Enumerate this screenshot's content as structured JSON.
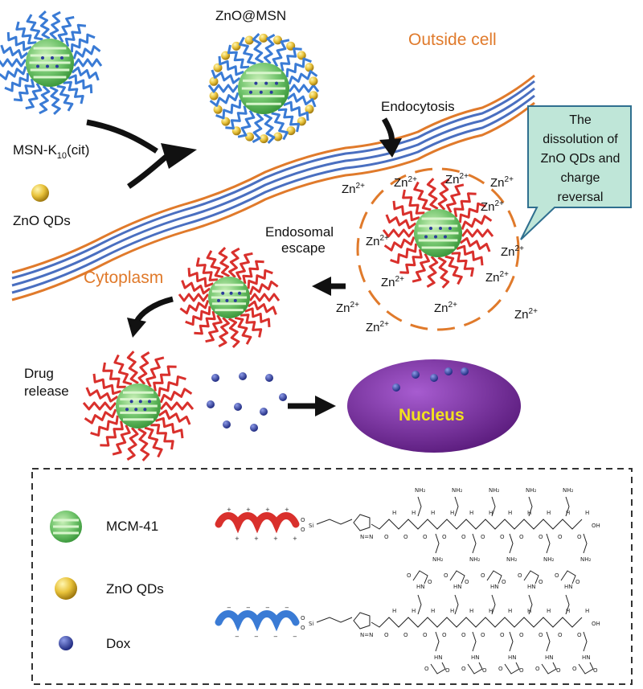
{
  "labels": {
    "zno_msn": "ZnO@MSN",
    "outside_cell": "Outside cell",
    "endocytosis": "Endocytosis",
    "msn_k10_prefix": "MSN-K",
    "msn_k10_sub": "10",
    "msn_k10_suffix": "(cit)",
    "zno_qds": "ZnO QDs",
    "cytoplasm": "Cytoplasm",
    "endosomal": "Endosomal",
    "escape": "escape",
    "drug": "Drug",
    "release": "release",
    "nucleus": "Nucleus",
    "zn": "Zn",
    "zn_sup": "2+"
  },
  "callout": {
    "lines": [
      "The",
      "dissolution of",
      "ZnO QDs and",
      "charge",
      "reversal"
    ]
  },
  "legend": {
    "mcm41": "MCM-41",
    "zno_qds": "ZnO QDs",
    "dox": "Dox"
  },
  "chem": {
    "nh2": "NH₂",
    "o": "O",
    "oh": "OH",
    "h": "H",
    "si": "Si",
    "hn": "HN",
    "n": "N",
    "plus": "+",
    "minus": "−"
  },
  "colors": {
    "membrane_orange": "#e07a2b",
    "membrane_blue": "#4a6fc0",
    "particle_green": "#6fc36a",
    "polymer_blue": "#3a7bd5",
    "polymer_red": "#d9302c",
    "zno_gold": "#e8c23a",
    "dox_blue": "#2b3a9c",
    "nucleus_purple": "#7a2b9c"
  }
}
